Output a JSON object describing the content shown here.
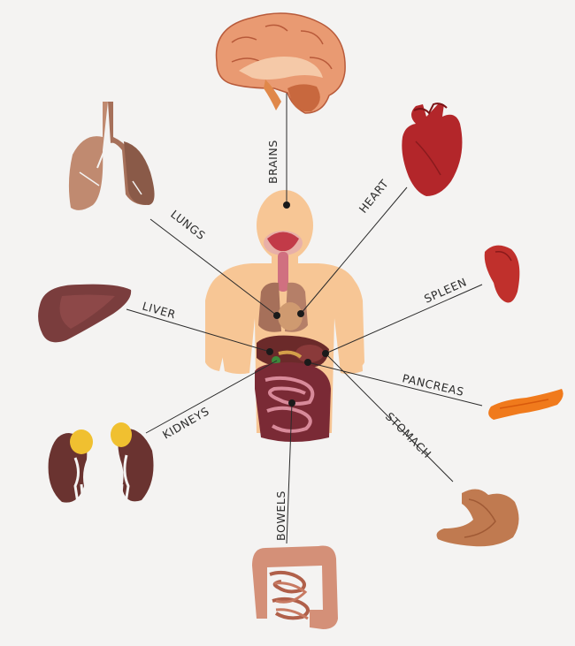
{
  "labels": {
    "brains": "BRAINS",
    "heart": "HEART",
    "lungs": "LUNGS",
    "spleen": "SPLEEN",
    "liver": "LIVER",
    "pancreas": "PANCREAS",
    "kidneys": "KIDNEYS",
    "stomach": "STOMACH",
    "bowels": "BOWELS"
  },
  "colors": {
    "background": "#f4f3f2",
    "skin": "#f7c695",
    "brain": "#d9805a",
    "heart": "#b3262a",
    "lungs": "#a6705a",
    "liver": "#7a3d3d",
    "spleen": "#c0302c",
    "pancreas": "#f07a1c",
    "kidney": "#6a3330",
    "adrenal": "#f0c030",
    "stomach": "#c07a50",
    "bowel": "#d49078",
    "leader_line": "#2a2a2a"
  }
}
